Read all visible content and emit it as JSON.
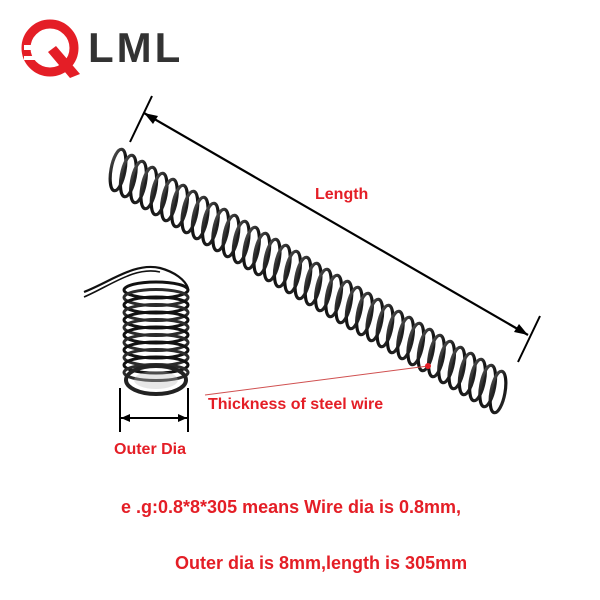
{
  "brand": {
    "logo_text": "LML",
    "brand_color": "#e41e26",
    "text_color": "#333333"
  },
  "annotations": {
    "length": "Length",
    "wire_thickness": "Thickness of steel wire",
    "outer_dia": "Outer Dia"
  },
  "caption": {
    "line1": "e .g:0.8*8*305 means Wire dia is 0.8mm,",
    "line2": "Outer dia is 8mm,length is 305mm"
  },
  "colors": {
    "label": "#e41e26",
    "spring": "#1a1a1a",
    "dimension_line": "#000000"
  },
  "illustration": {
    "long_spring_coils": 38,
    "short_spring_coils": 12
  }
}
